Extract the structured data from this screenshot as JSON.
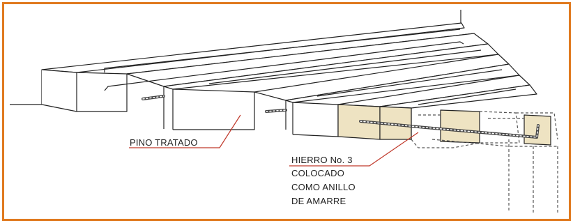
{
  "labels": {
    "pino": "PINO TRATADO",
    "hierro_line1": "HIERRO No. 3",
    "hierro_line2": "COLOCADO",
    "hierro_line3": "COMO ANILLO",
    "hierro_line4": "DE AMARRE"
  },
  "colors": {
    "frame": "#e07a1f",
    "wood_highlight": "#eee3c2",
    "leader": "#c0392b"
  }
}
